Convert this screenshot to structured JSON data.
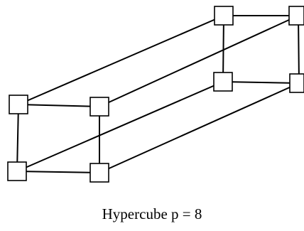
{
  "caption": "Hypercube p = 8",
  "graph": {
    "node_count": 8,
    "edge_count": 12,
    "colors": {
      "stroke": "#000000",
      "node_fill": "#ffffff",
      "background": "#ffffff"
    }
  }
}
